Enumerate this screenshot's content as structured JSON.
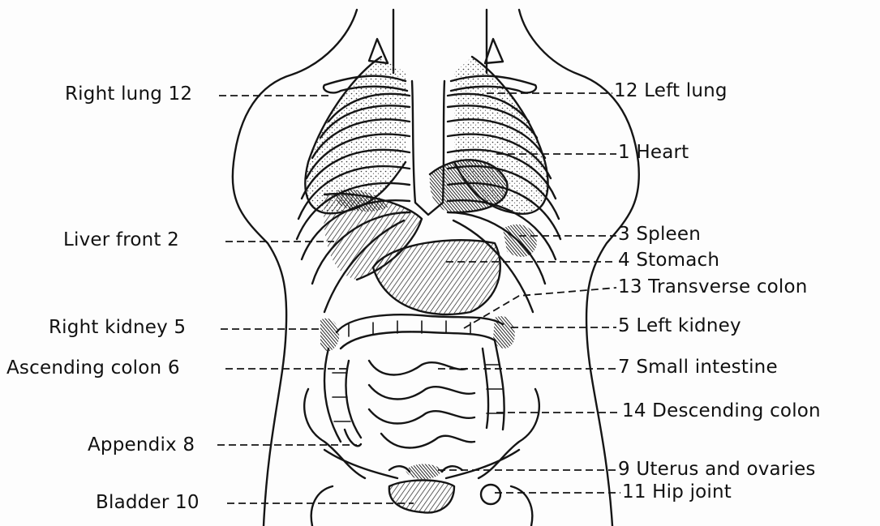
{
  "labels": {
    "right_lung": "Right lung 12",
    "liver_front": "Liver front 2",
    "right_kidney": "Right kidney 5",
    "ascending_colon": "Ascending colon 6",
    "appendix": "Appendix 8",
    "bladder": "Bladder 10",
    "left_lung": "12 Left lung",
    "heart": "1 Heart",
    "spleen": "3 Spleen",
    "stomach": "4 Stomach",
    "transverse_colon": "13 Transverse colon",
    "left_kidney": "5 Left kidney",
    "small_intestine": "7 Small intestine",
    "descending_colon": "14 Descending colon",
    "uterus_ovaries": "9 Uterus and ovaries",
    "hip_joint": "11 Hip joint"
  }
}
